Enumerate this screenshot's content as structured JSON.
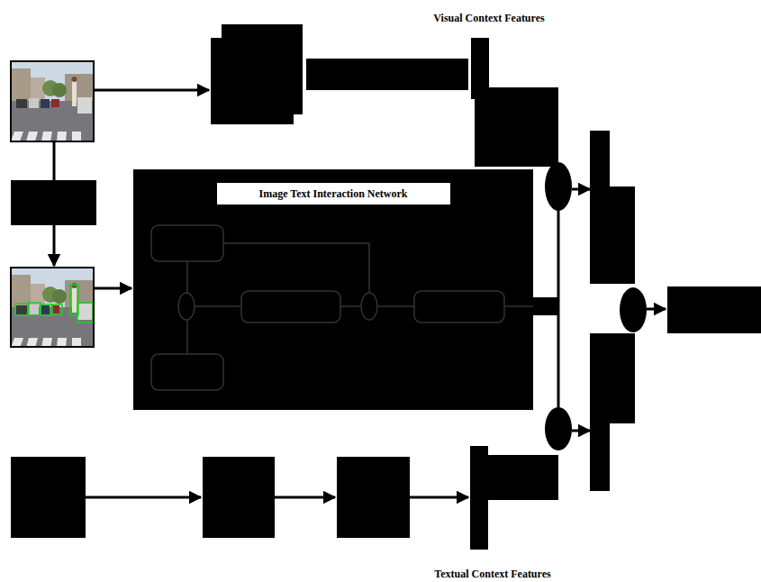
{
  "diagram": {
    "nodes": [
      {
        "text": [
          "Image Text Interaction Network"
        ]
      }
    ],
    "labels": [
      "Visual Context Features",
      "Textual Context Features"
    ]
  }
}
